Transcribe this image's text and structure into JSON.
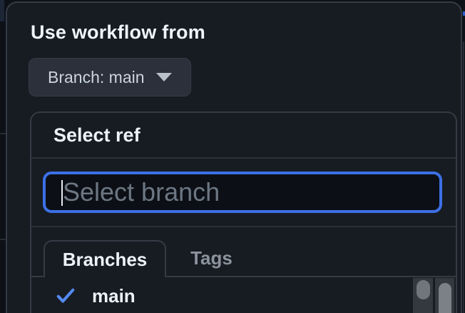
{
  "dropdown": {
    "title": "Use workflow from",
    "branch_button": {
      "label": "Branch: main"
    }
  },
  "ref_selector": {
    "title": "Select ref",
    "search": {
      "placeholder": "Select branch",
      "value": ""
    },
    "tabs": [
      {
        "label": "Branches",
        "active": true
      },
      {
        "label": "Tags",
        "active": false
      }
    ],
    "branches": [
      {
        "name": "main",
        "selected": true
      }
    ]
  },
  "icons": {
    "caret_down": "triangle-down",
    "selected_check": "checkmark"
  },
  "colors": {
    "overlay_background": "#171c23",
    "page_background": "#0d1117",
    "border": "#343b45",
    "divider": "#2b313b",
    "focus_border": "#3c70e6",
    "input_background": "#0c1016",
    "check_accent": "#548bf4",
    "text_primary": "#eef2f8",
    "text_secondary": "#ccd4dd",
    "text_muted": "#8b939d",
    "placeholder": "#6d7783",
    "scrollbar_track": "#34383f",
    "scrollbar_thumb": "#7c8087"
  }
}
